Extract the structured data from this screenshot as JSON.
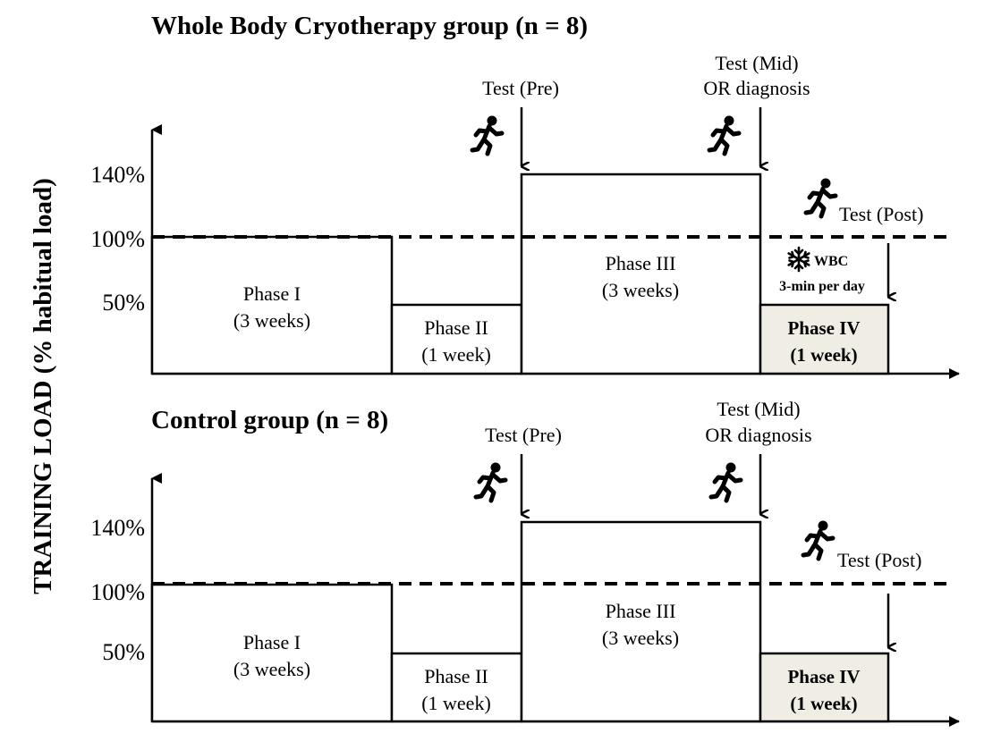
{
  "y_axis_label": "TRAINING LOAD (% habitual load)",
  "panels": [
    {
      "title": "Whole Body Cryotherapy group (n = 8)",
      "ticks": [
        "140%",
        "100%",
        "50%"
      ],
      "test_pre": "Test (Pre)",
      "test_mid_1": "Test (Mid)",
      "test_mid_2": "OR diagnosis",
      "test_post": "Test (Post)",
      "phase1": {
        "name": "Phase I",
        "duration": "(3 weeks)"
      },
      "phase2": {
        "name": "Phase II",
        "duration": "(1 week)"
      },
      "phase3": {
        "name": "Phase III",
        "duration": "(3 weeks)"
      },
      "phase4": {
        "name": "Phase IV",
        "duration": "(1 week)"
      },
      "wbc_label": "WBC",
      "wbc_detail": "3-min per day"
    },
    {
      "title": "Control group (n = 8)",
      "ticks": [
        "140%",
        "100%",
        "50%"
      ],
      "test_pre": "Test (Pre)",
      "test_mid_1": "Test (Mid)",
      "test_mid_2": "OR diagnosis",
      "test_post": "Test (Post)",
      "phase1": {
        "name": "Phase I",
        "duration": "(3 weeks)"
      },
      "phase2": {
        "name": "Phase II",
        "duration": "(1 week)"
      },
      "phase3": {
        "name": "Phase III",
        "duration": "(3 weeks)"
      },
      "phase4": {
        "name": "Phase IV",
        "duration": "(1 week)"
      }
    }
  ]
}
